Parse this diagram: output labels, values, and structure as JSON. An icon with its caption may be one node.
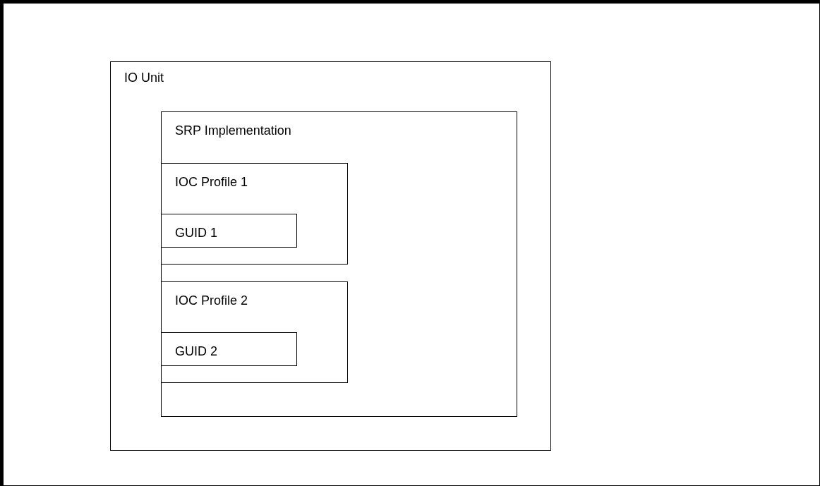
{
  "diagram": {
    "nodes": [
      {
        "text": [
          "IO Unit"
        ]
      },
      {
        "text": [
          "SRP Implementation"
        ],
        "in": 0
      },
      {
        "text": [
          "IOC Profile 1"
        ],
        "in": 1
      },
      {
        "text": [
          "GUID 1"
        ],
        "in": 2
      },
      {
        "text": [
          "IOC Profile 2"
        ],
        "in": 1
      },
      {
        "text": [
          "GUID 2"
        ],
        "in": 4
      }
    ]
  }
}
